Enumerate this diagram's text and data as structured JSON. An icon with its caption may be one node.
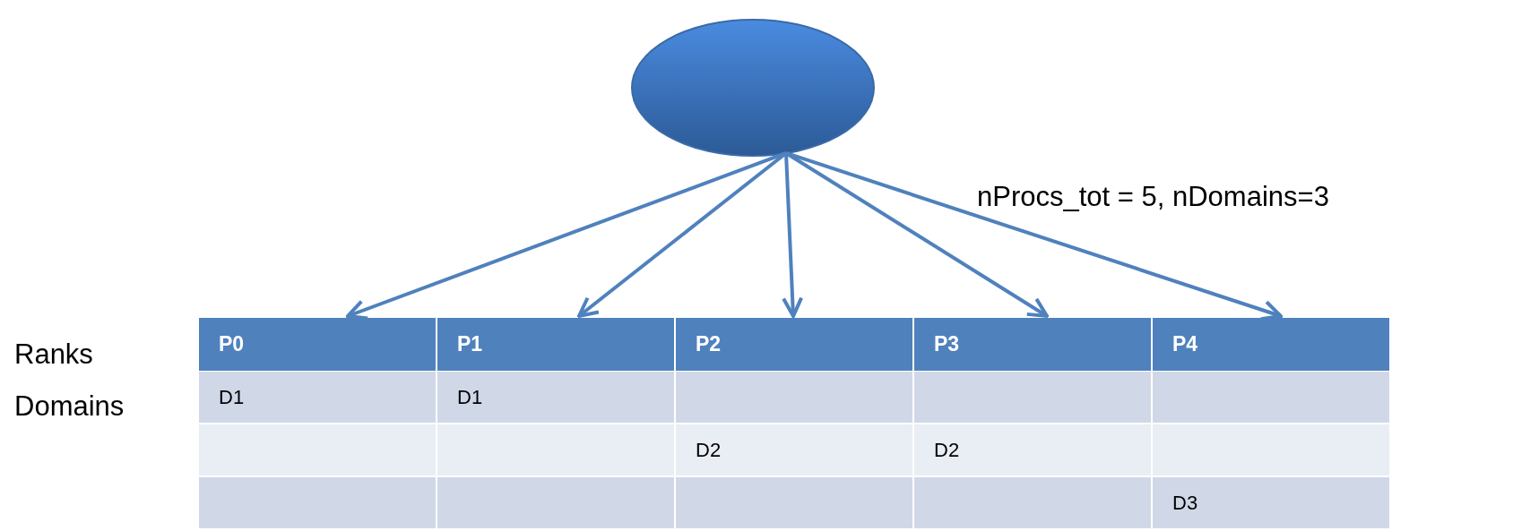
{
  "diagram": {
    "nodes": [
      {
        "text": [],
        "shape": "ellipse"
      },
      {
        "text": [
          "P0"
        ]
      },
      {
        "text": [
          "P1"
        ]
      },
      {
        "text": [
          "P2"
        ]
      },
      {
        "text": [
          "P3"
        ]
      },
      {
        "text": [
          "P4"
        ]
      }
    ],
    "edges": [
      {
        "from": 0,
        "to": 1,
        "arrow": "to"
      },
      {
        "from": 0,
        "to": 2,
        "arrow": "to"
      },
      {
        "from": 0,
        "to": 3,
        "arrow": "to"
      },
      {
        "from": 0,
        "to": 4,
        "arrow": "to"
      },
      {
        "from": 0,
        "to": 5,
        "arrow": "to"
      }
    ],
    "labels": [
      "nProcs_tot = 5, nDomains=3",
      "Ranks",
      "Domains",
      "D1",
      "D1",
      "D2",
      "D2",
      "D3"
    ]
  }
}
